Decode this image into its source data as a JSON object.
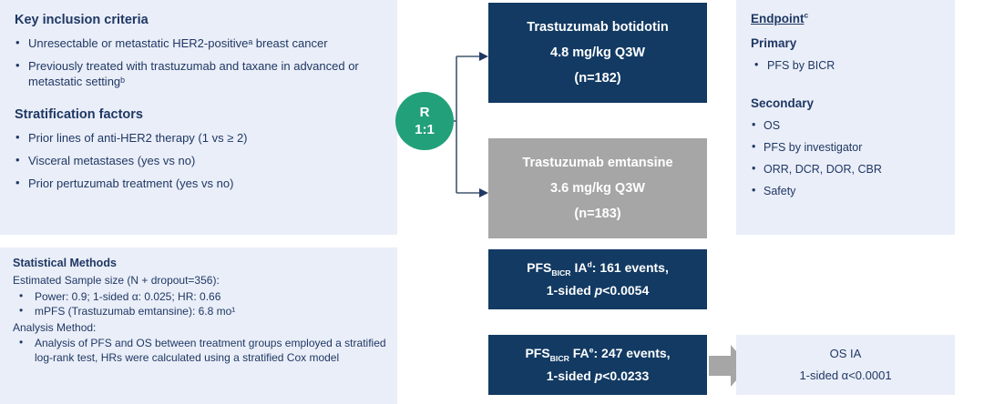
{
  "inclusion": {
    "title": "Key inclusion criteria",
    "criteria": [
      "Unresectable or metastatic HER2-positiveᵃ breast cancer",
      "Previously treated with trastuzumab and taxane in advanced or metastatic settingᵇ"
    ],
    "stratification_title": "Stratification factors",
    "stratification": [
      "Prior lines of anti-HER2 therapy (1 vs ≥ 2)",
      "Visceral metastases (yes vs no)",
      "Prior pertuzumab treatment (yes vs no)"
    ]
  },
  "statistics": {
    "title": "Statistical Methods",
    "sample_size_line": "Estimated Sample size (N + dropout=356):",
    "sample_size_items": [
      "Power: 0.9; 1-sided α: 0.025; HR: 0.66",
      "mPFS (Trastuzumab emtansine): 6.8 mo¹"
    ],
    "analysis_line": "Analysis Method:",
    "analysis_items": [
      "Analysis of PFS and OS between treatment groups employed a stratified log-rank test, HRs were calculated using a stratified Cox model"
    ]
  },
  "randomization": {
    "label": "R",
    "ratio": "1:1"
  },
  "arms": [
    {
      "name": "Trastuzumab botidotin",
      "dose": "4.8 mg/kg  Q3W",
      "n": "(n=182)",
      "color": "#123a63"
    },
    {
      "name": "Trastuzumab emtansine",
      "dose": "3.6 mg/kg  Q3W",
      "n": "(n=183)",
      "color": "#a6a6a6"
    }
  ],
  "analyses": [
    {
      "metric": "PFS",
      "subscript": "BICR",
      "type": "IA",
      "footnote": "d",
      "events": ": 161 events,",
      "alpha_line_prefix": "1-sided ",
      "alpha_line_p": "p",
      "alpha_line_value": "<0.0054"
    },
    {
      "metric": "PFS",
      "subscript": "BICR",
      "type": "FA",
      "footnote": "e",
      "events": ": 247 events,",
      "alpha_line_prefix": "1-sided ",
      "alpha_line_p": "p",
      "alpha_line_value": "<0.0233"
    }
  ],
  "endpoints": {
    "title": "Endpoint",
    "title_footnote": "c",
    "primary_head": "Primary",
    "primary": [
      "PFS by BICR"
    ],
    "secondary_head": "Secondary",
    "secondary": [
      "OS",
      "PFS by investigator",
      "ORR, DCR, DOR, CBR",
      "Safety"
    ]
  },
  "os_ia": {
    "title": "OS IA",
    "alpha": "1-sided α<0.0001"
  },
  "colors": {
    "panel_bg": "#eaeef8",
    "navy": "#123a63",
    "gray": "#a6a6a6",
    "green": "#22a07a",
    "text": "#1f3864"
  }
}
